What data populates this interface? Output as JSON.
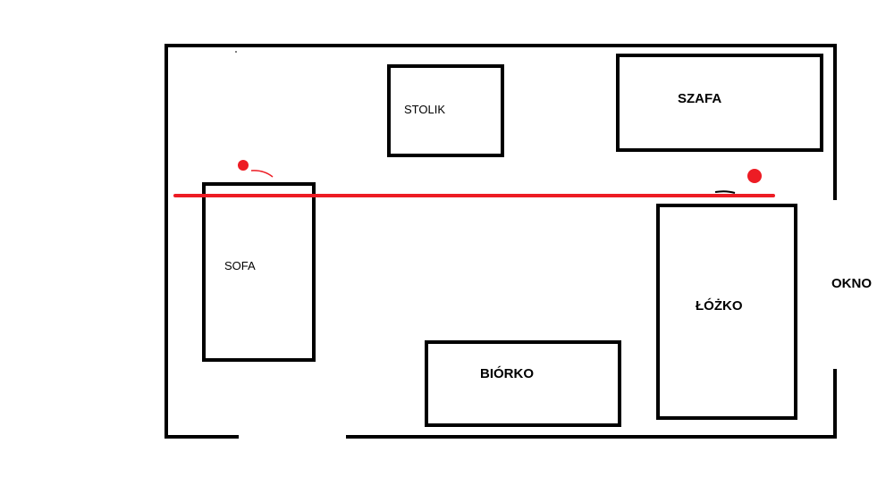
{
  "colors": {
    "background": "#ffffff",
    "walls": "#000000",
    "marker": "#ed1c24"
  },
  "furniture": {
    "stolik": "STOLIK",
    "szafa": "SZAFA",
    "sofa": "SOFA",
    "lozko": "ŁÓŻKO",
    "biurko": "BIÓRKO"
  },
  "window": {
    "label": "OKNO"
  }
}
